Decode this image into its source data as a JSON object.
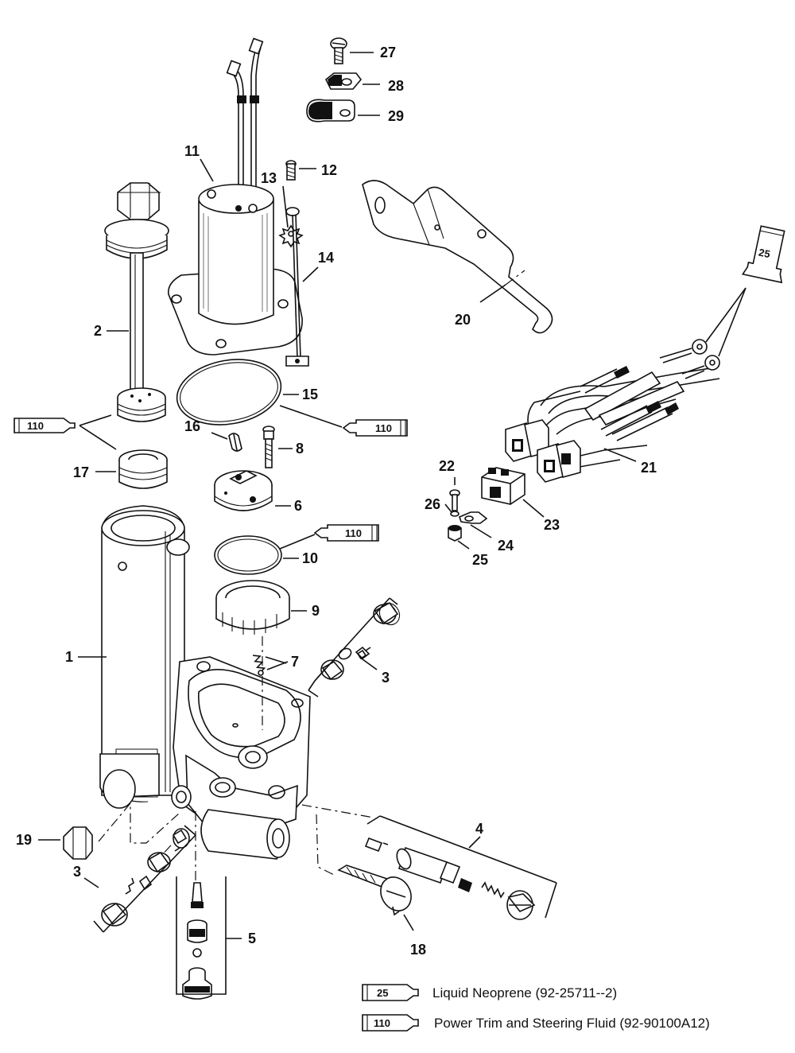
{
  "callouts": {
    "c1": "1",
    "c2": "2",
    "c3a": "3",
    "c3b": "3",
    "c4": "4",
    "c5": "5",
    "c6": "6",
    "c7": "7",
    "c8": "8",
    "c9": "9",
    "c10": "10",
    "c11": "11",
    "c12": "12",
    "c13": "13",
    "c14": "14",
    "c15": "15",
    "c16": "16",
    "c17": "17",
    "c18": "18",
    "c19": "19",
    "c20": "20",
    "c21": "21",
    "c22": "22",
    "c23": "23",
    "c24": "24",
    "c25a": "25",
    "c26": "26",
    "c27": "27",
    "c28": "28",
    "c29": "29"
  },
  "tubes": {
    "t110_left": "110",
    "t110_right": "110",
    "t110_oring": "110",
    "t25_top": "25",
    "legend_25": "25",
    "legend_110": "110"
  },
  "legend": {
    "item25": "Liquid Neoprene (92-25711--2)",
    "item110": "Power Trim  and Steering Fluid (92-90100A12)"
  }
}
